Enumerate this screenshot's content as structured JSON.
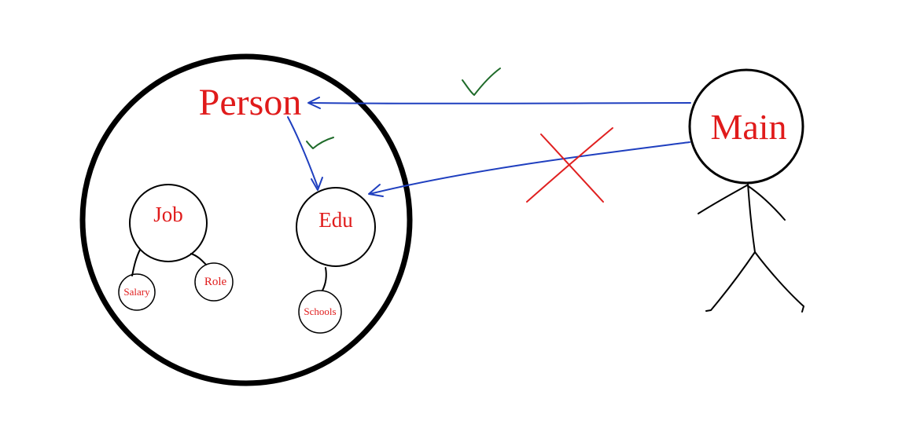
{
  "colors": {
    "label": "#e01b1b",
    "arrow": "#1f3fbf",
    "check": "#1f6b2a",
    "cross": "#e02020",
    "ink": "#000000"
  },
  "container": {
    "person_label": "Person",
    "job": {
      "label": "Job",
      "children": [
        "Salary",
        "Role"
      ]
    },
    "edu": {
      "label": "Edu",
      "children": [
        "Schools"
      ]
    }
  },
  "actor": {
    "main_label": "Main"
  },
  "connections": [
    {
      "from": "Main",
      "to": "Person",
      "allowed": true
    },
    {
      "from": "Person",
      "to": "Edu",
      "allowed": true
    },
    {
      "from": "Main",
      "to": "Edu",
      "allowed": false
    }
  ]
}
